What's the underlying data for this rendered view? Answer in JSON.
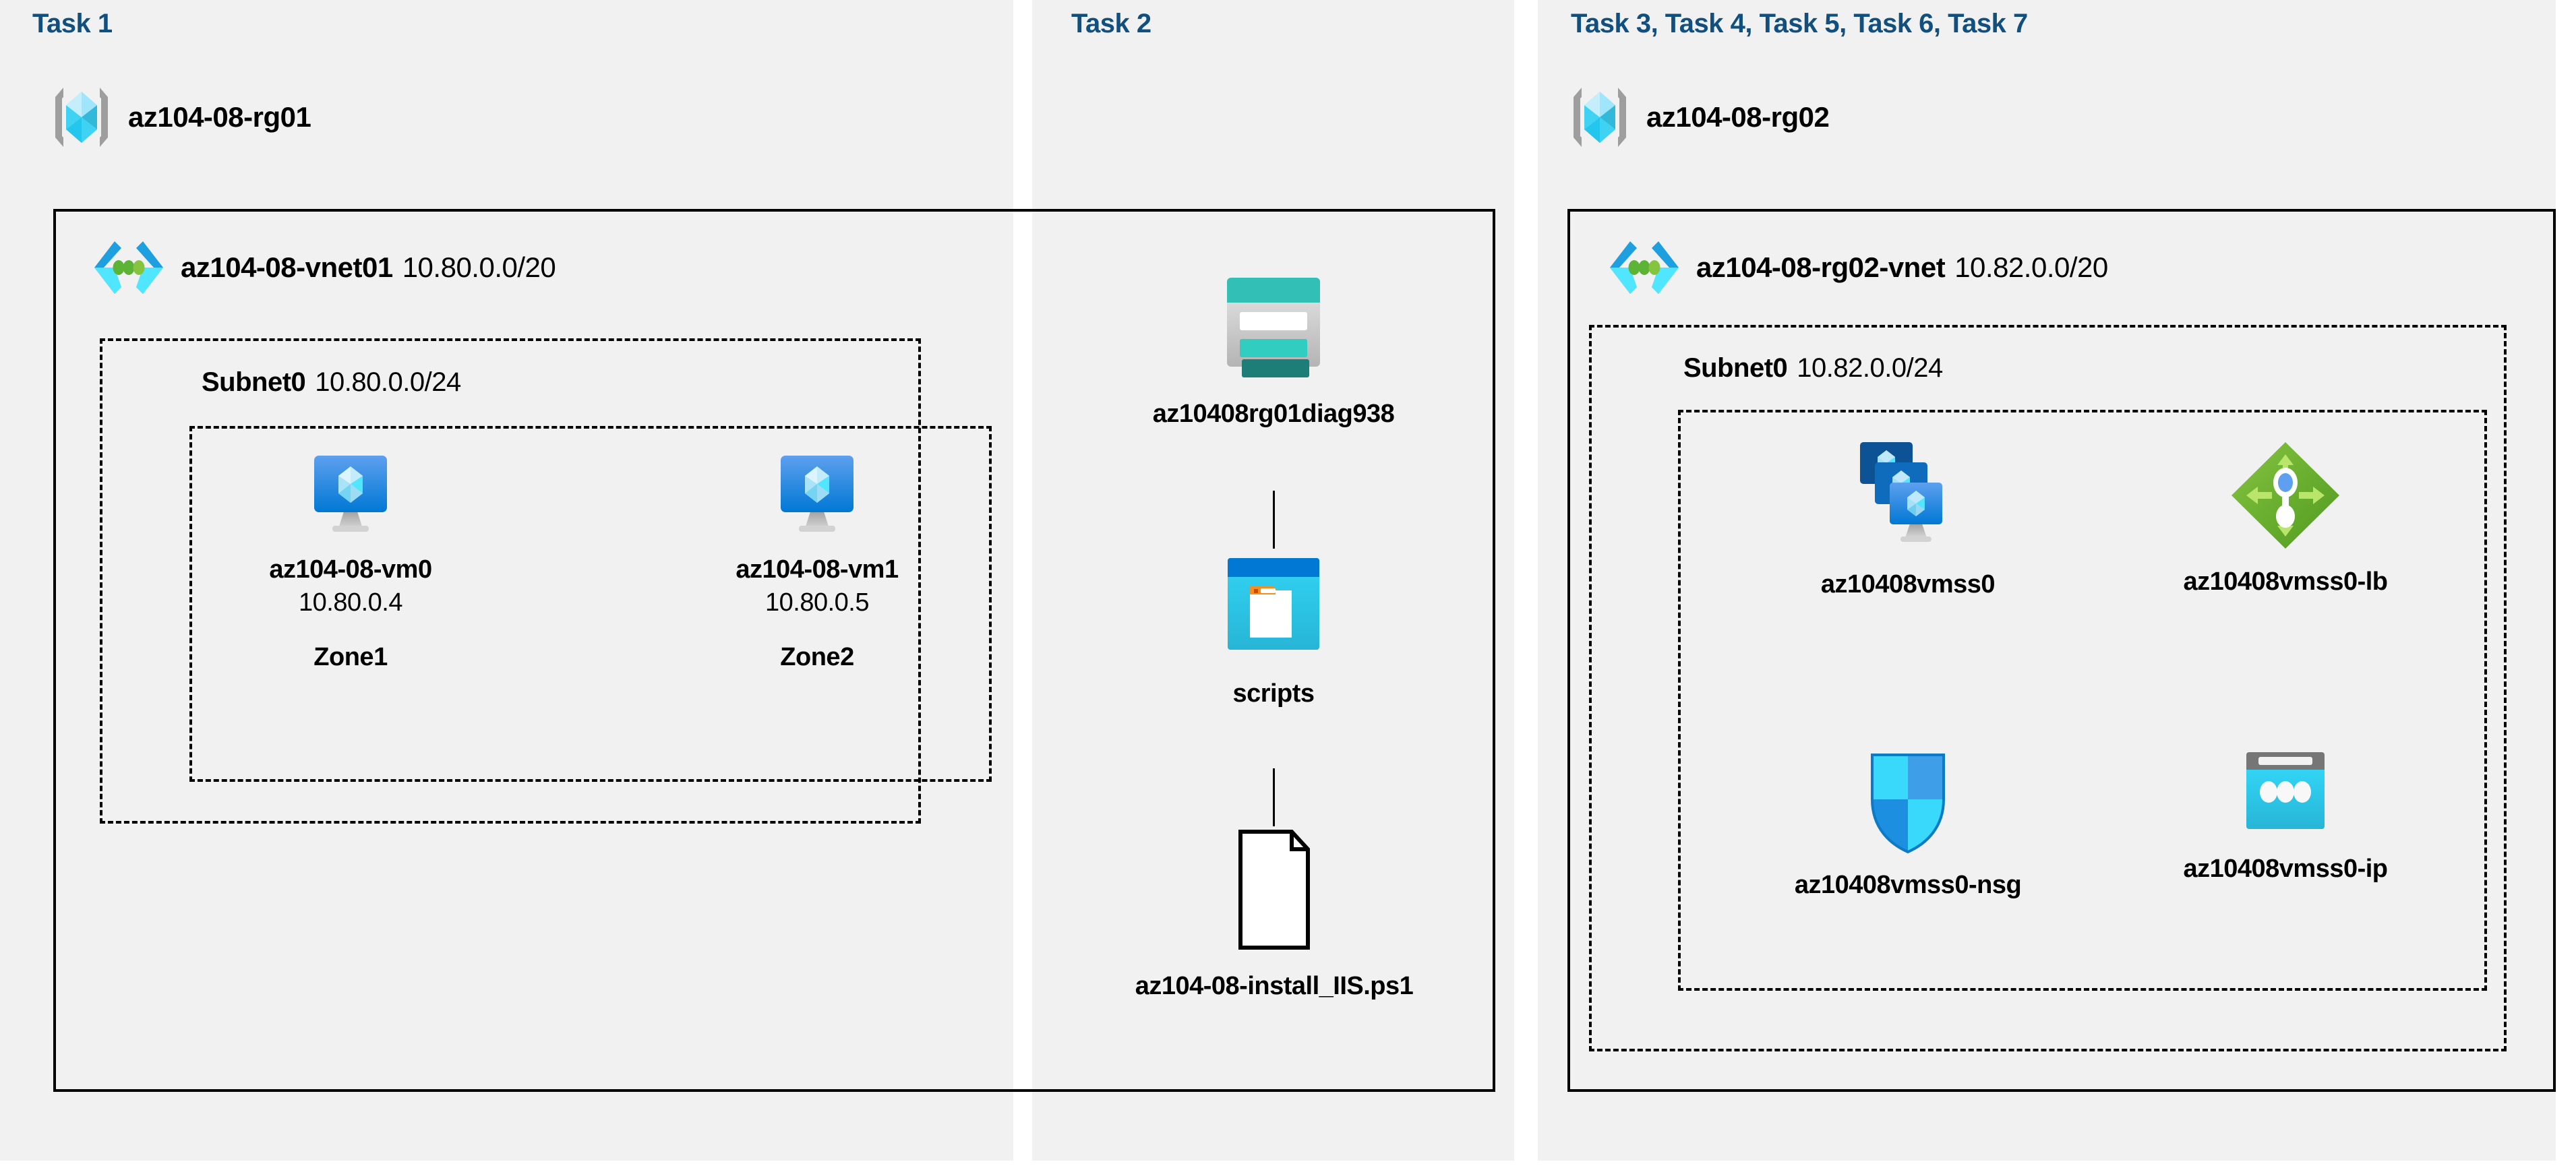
{
  "sections": [
    {
      "id": "task1",
      "task_label": "Task 1",
      "resource_group": "az104-08-rg01",
      "rg_icon": "resource-group-icon",
      "vnet": {
        "name": "az104-08-vnet01",
        "cidr": "10.80.0.0/20",
        "icon": "virtual-network-icon"
      },
      "subnet": {
        "name": "Subnet0",
        "cidr": "10.80.0.0/24"
      },
      "vms": [
        {
          "name": "az104-08-vm0",
          "ip": "10.80.0.4",
          "zone": "Zone1",
          "icon": "virtual-machine-icon"
        },
        {
          "name": "az104-08-vm1",
          "ip": "10.80.0.5",
          "zone": "Zone2",
          "icon": "virtual-machine-icon"
        }
      ]
    },
    {
      "id": "task2",
      "task_label": "Task 2",
      "nodes": [
        {
          "name": "az10408rg01diag938",
          "icon": "storage-account-icon"
        },
        {
          "name": "scripts",
          "icon": "blob-container-icon"
        },
        {
          "name": "az104-08-install_IIS.ps1",
          "icon": "file-icon"
        }
      ]
    },
    {
      "id": "task3",
      "task_label": "Task 3, Task 4, Task 5, Task 6, Task 7",
      "resource_group": "az104-08-rg02",
      "rg_icon": "resource-group-icon",
      "vnet": {
        "name": "az104-08-rg02-vnet",
        "cidr": "10.82.0.0/20",
        "icon": "virtual-network-icon"
      },
      "subnet": {
        "name": "Subnet0",
        "cidr": "10.82.0.0/24"
      },
      "resources": [
        {
          "name": "az10408vmss0",
          "icon": "vm-scale-set-icon"
        },
        {
          "name": "az10408vmss0-lb",
          "icon": "load-balancer-icon"
        },
        {
          "name": "az10408vmss0-nsg",
          "icon": "network-security-group-icon"
        },
        {
          "name": "az10408vmss0-ip",
          "icon": "public-ip-address-icon"
        }
      ]
    }
  ],
  "colors": {
    "task_heading": "#11507e",
    "panel_background": "#f1f1f1",
    "border": "#000000",
    "azure_blue": "#0078d4",
    "azure_cyan": "#32d4f5",
    "storage_teal": "#32bfb5",
    "lb_green": "#7fba42",
    "file_outline": "#000000"
  }
}
